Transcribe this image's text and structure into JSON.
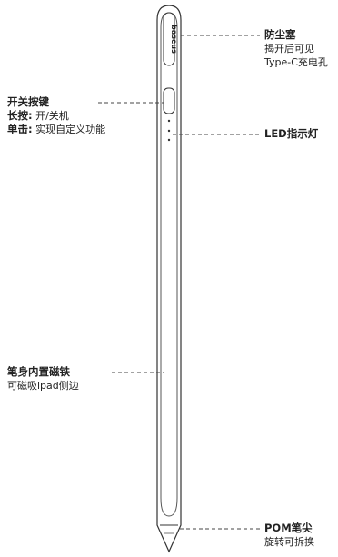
{
  "brand": "baseus",
  "labels": {
    "dust_plug": {
      "title": "防尘塞",
      "line1": "揭开后可见",
      "line2": "Type-C充电孔"
    },
    "power_button": {
      "title": "开关按键",
      "long_press_key": "长按:",
      "long_press_val": " 开/关机",
      "single_click_key": "单击:",
      "single_click_val": " 实现自定义功能"
    },
    "led": {
      "title": "LED指示灯"
    },
    "magnet": {
      "title": "笔身内置磁铁",
      "line1": "可磁吸ipad侧边"
    },
    "tip": {
      "title": "POM笔尖",
      "line1": "旋转可拆换"
    }
  }
}
